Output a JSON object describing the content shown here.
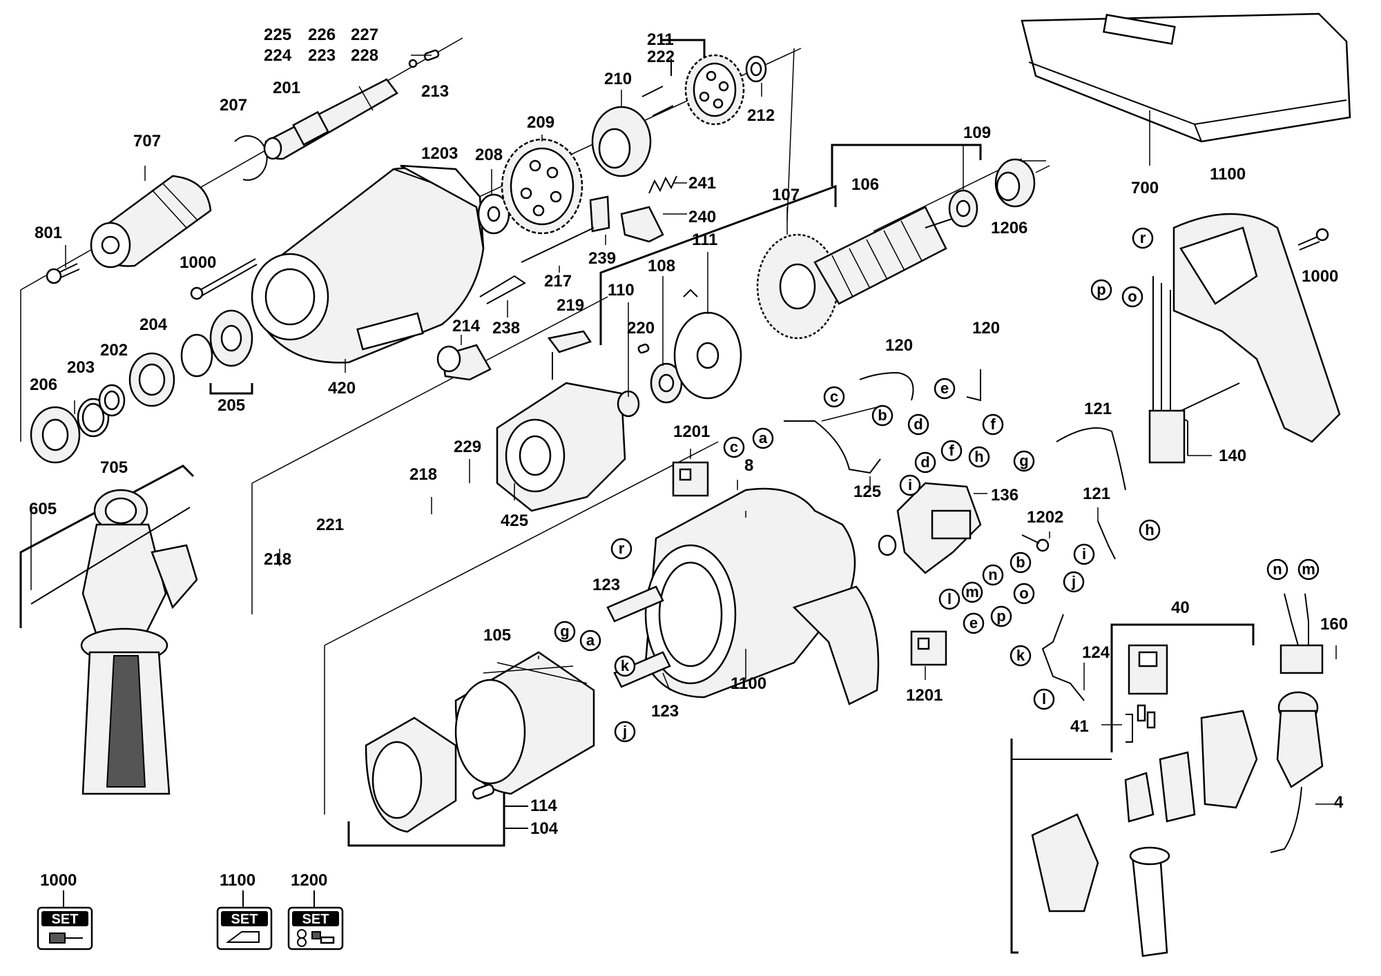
{
  "labels": {
    "l225": "225",
    "l226": "226",
    "l227": "227",
    "l224": "224",
    "l223": "223",
    "l228": "228",
    "l201": "201",
    "l213": "213",
    "l207": "207",
    "l707": "707",
    "l801": "801",
    "l1000a": "1000",
    "l1203": "1203",
    "l208": "208",
    "l209": "209",
    "l210": "210",
    "l211": "211",
    "l222": "222",
    "l212": "212",
    "l241": "241",
    "l240": "240",
    "l239": "239",
    "l217": "217",
    "l238": "238",
    "l214": "214",
    "l219": "219",
    "l420": "420",
    "l204": "204",
    "l202": "202",
    "l203": "203",
    "l206": "206",
    "l205": "205",
    "l705": "705",
    "l605": "605",
    "l110": "110",
    "l220": "220",
    "l108": "108",
    "l111": "111",
    "l107": "107",
    "l106": "106",
    "l109": "109",
    "l1206": "1206",
    "l700": "700",
    "l1100a": "1100",
    "l1000b": "1000",
    "l120a": "120",
    "l120b": "120",
    "l229": "229",
    "l218a": "218",
    "l425": "425",
    "l221": "221",
    "l218b": "218",
    "l1201a": "1201",
    "l8": "8",
    "l125": "125",
    "l121a": "121",
    "l136": "136",
    "l1202": "1202",
    "l121b": "121",
    "l140": "140",
    "l123a": "123",
    "l123b": "123",
    "l105": "105",
    "l1100b": "1100",
    "l1201b": "1201",
    "l124": "124",
    "l40": "40",
    "l41": "41",
    "l160": "160",
    "l4": "4",
    "l114": "114",
    "l104": "104",
    "l1000set": "1000",
    "l1100set": "1100",
    "l1200set": "1200"
  },
  "circle_letters": {
    "r1": "r",
    "p1": "p",
    "o1": "o",
    "c1": "c",
    "d1": "d",
    "b1": "b",
    "a1": "a",
    "c2": "c",
    "e1": "e",
    "f1": "f",
    "d2": "d",
    "f2": "f",
    "h1": "h",
    "i1": "i",
    "g1": "g",
    "h2": "h",
    "b2": "b",
    "n1": "n",
    "o2": "o",
    "l1": "l",
    "m1": "m",
    "p2": "p",
    "e2": "e",
    "r2": "r",
    "g2": "g",
    "a2": "a",
    "k1": "k",
    "j1": "j",
    "i2": "i",
    "j2": "j",
    "k2": "k",
    "l2": "l",
    "n2": "n",
    "m2": "m"
  },
  "set_badges": {
    "text": "SET"
  }
}
